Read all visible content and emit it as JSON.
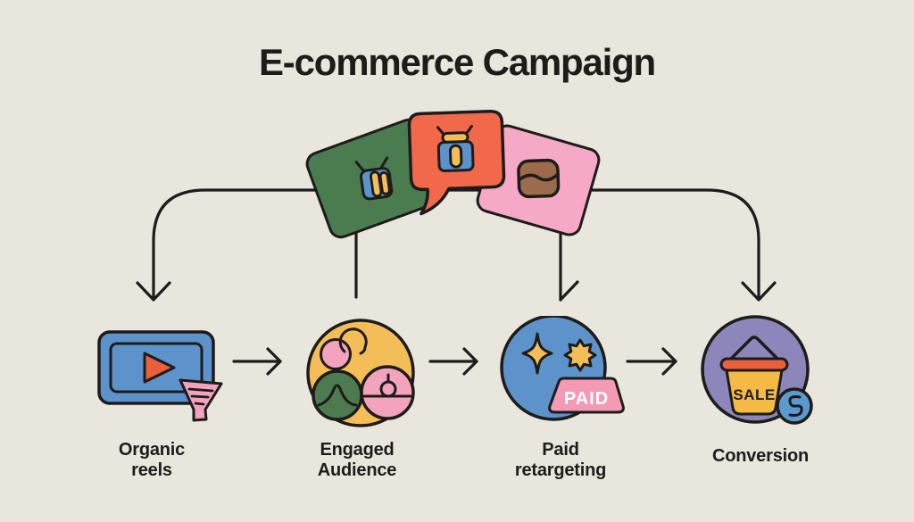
{
  "title": "E-commerce Campaign",
  "colors": {
    "background": "#e9e7dd",
    "ink": "#1d1c1a",
    "card_green": "#4b7c50",
    "card_coral": "#f2684a",
    "card_pink": "#f6a9c6",
    "blue": "#5d92cb",
    "yellow": "#f3be57",
    "pink": "#f3a3bd",
    "green": "#4d7a4f",
    "purple": "#8d86ba",
    "orange": "#ea5f3c",
    "brown": "#9b6b4b",
    "badge_pink": "#f49ab5",
    "basket_yellow": "#f5b945",
    "mini_blue": "#5b99cf",
    "badge_text": "#ffffff"
  },
  "header_cards": [
    {
      "name": "green-post-card",
      "icon": "shopping-bag-icon"
    },
    {
      "name": "coral-chat-card",
      "icon": "shopping-bag-icon"
    },
    {
      "name": "pink-post-card",
      "icon": "wallet-icon"
    }
  ],
  "stages": [
    {
      "label": "Organic\nreels",
      "icon": "reel-player-funnel-icon"
    },
    {
      "label": "Engaged\nAudience",
      "icon": "audience-bubbles-icon"
    },
    {
      "label": "Paid\nretargeting",
      "icon": "sparkles-icon",
      "badge": "PAID"
    },
    {
      "label": "Conversion",
      "icon": "sale-basket-icon",
      "badge": "SALE"
    }
  ]
}
